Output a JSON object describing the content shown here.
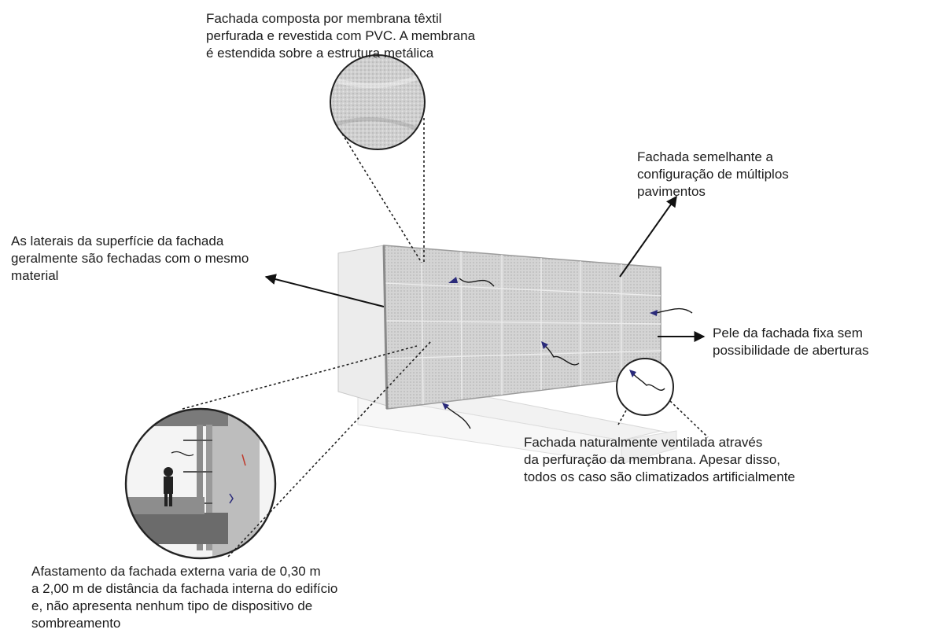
{
  "annotations": {
    "membrane": "Fachada composta por membrana têxtil\nperfurada e revestida com PVC. A membrana\né estendida sobre a estrutura metálica",
    "multistorey": "Fachada semelhante a\nconfiguração de múltiplos\npavimentos",
    "lateral_sides": "As laterais da superfície da fachada\ngeralmente são fechadas com o mesmo\nmaterial",
    "fixed_skin": "Pele da fachada fixa sem\npossibilidade de aberturas",
    "natural_ventilation": "Fachada  naturalmente ventilada  através\nda perfuração da membrana. Apesar disso,\ntodos os caso são climatizados artificialmente",
    "offset": "Afastamento da fachada externa varia de  0,30 m\na 2,00 m de distância da fachada interna do edifício\ne, não apresenta nenhum tipo de dispositivo de\nsombreamento"
  }
}
